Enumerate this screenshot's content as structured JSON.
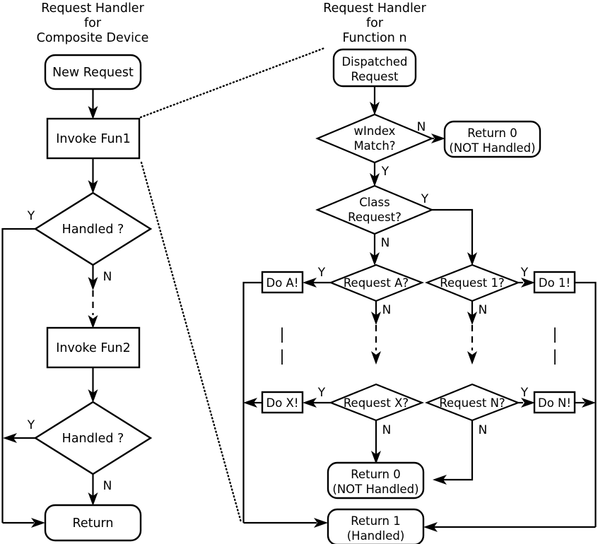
{
  "diagram": {
    "title_left": [
      "Request Handler",
      "for",
      "Composite Device"
    ],
    "title_right": [
      "Request Handler",
      "for",
      "Function n"
    ],
    "left_flow": {
      "new_request": "New Request",
      "invoke_fun1": "Invoke Fun1",
      "handled_1": "Handled ?",
      "handled_1_yes": "Y",
      "handled_1_no": "N",
      "invoke_fun2": "Invoke Fun2",
      "handled_2": "Handled ?",
      "handled_2_yes": "Y",
      "handled_2_no": "N",
      "return": "Return"
    },
    "right_flow": {
      "dispatched_request_l1": "Dispatched",
      "dispatched_request_l2": "Request",
      "windex_match_l1": "wIndex",
      "windex_match_l2": "Match?",
      "windex_no": "N",
      "windex_yes": "Y",
      "return0_top_l1": "Return 0",
      "return0_top_l2": "(NOT Handled)",
      "class_request_l1": "Class",
      "class_request_l2": "Request?",
      "class_yes": "Y",
      "class_no": "N",
      "request_a": "Request A?",
      "request_a_yes": "Y",
      "request_a_no": "N",
      "do_a": "Do A!",
      "request_x": "Request X?",
      "request_x_yes": "Y",
      "request_x_no": "N",
      "do_x": "Do X!",
      "request_1": "Request 1?",
      "request_1_yes": "Y",
      "request_1_no": "N",
      "do_1": "Do 1!",
      "request_n": "Request N?",
      "request_n_yes": "Y",
      "request_n_no": "N",
      "do_n": "Do N!",
      "ellipsis_mark": "|",
      "return0_bottom_l1": "Return 0",
      "return0_bottom_l2": "(NOT Handled)",
      "return1_l1": "Return 1",
      "return1_l2": "(Handled)"
    },
    "colors": {
      "stroke": "#000000",
      "fill": "#ffffff",
      "text": "#000000"
    }
  }
}
